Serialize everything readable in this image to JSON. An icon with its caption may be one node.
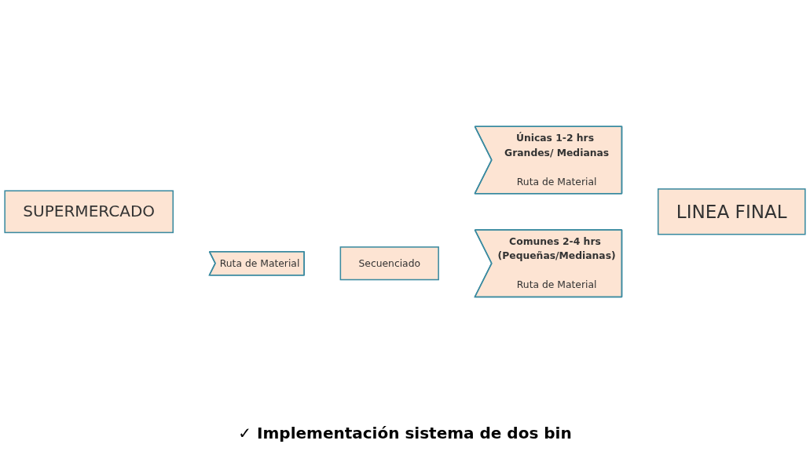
{
  "diagram": {
    "nodes": [
      {
        "text": [
          "SUPERMERCADO"
        ]
      },
      {
        "text": [
          "Ruta de Material"
        ]
      },
      {
        "text": [
          "Secuenciado"
        ]
      },
      {
        "text": [
          "Únicas 1-2 hrs Grandes/ Medianas",
          "Ruta de Material"
        ]
      },
      {
        "text": [
          "Comunes 2-4 hrs (Pequeñas/Medianas)",
          "Ruta de Material"
        ]
      },
      {
        "text": [
          "LINEA FINAL"
        ]
      }
    ],
    "labels": [
      "✓ Implementación sistema de dos bin"
    ]
  }
}
